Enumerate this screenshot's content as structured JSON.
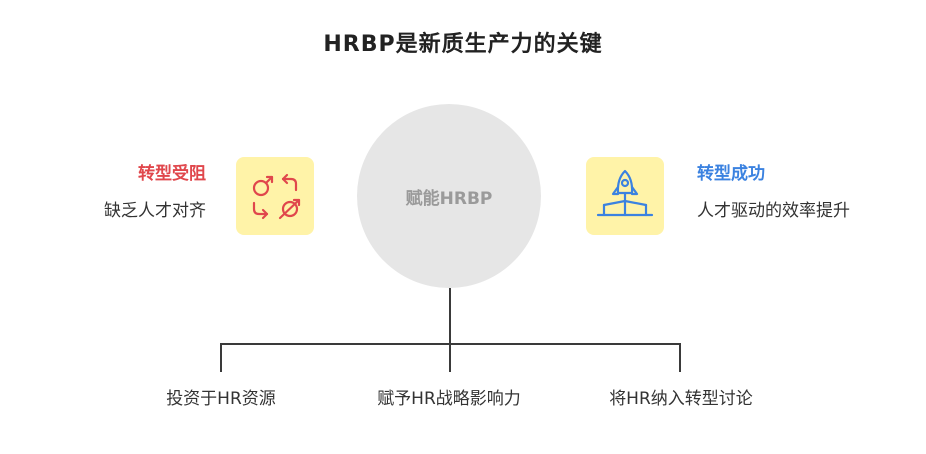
{
  "title": "HRBP是新质生产力的关键",
  "hub": {
    "label": "赋能HRBP"
  },
  "left": {
    "heading": "转型受阻",
    "text": "缺乏人才对齐",
    "icon": "gender-swap-arrows-icon",
    "heading_color": "#e0474c"
  },
  "right": {
    "heading": "转型成功",
    "text": "人才驱动的效率提升",
    "icon": "rocket-launch-icon",
    "heading_color": "#3b82e0"
  },
  "leaves": [
    {
      "label": "投资于HR资源"
    },
    {
      "label": "赋予HR战略影响力"
    },
    {
      "label": "将HR纳入转型讨论"
    }
  ],
  "colors": {
    "icon_bg": "#fff3a8",
    "hub_bg": "#e6e6e6",
    "line": "#3a3a3a"
  }
}
